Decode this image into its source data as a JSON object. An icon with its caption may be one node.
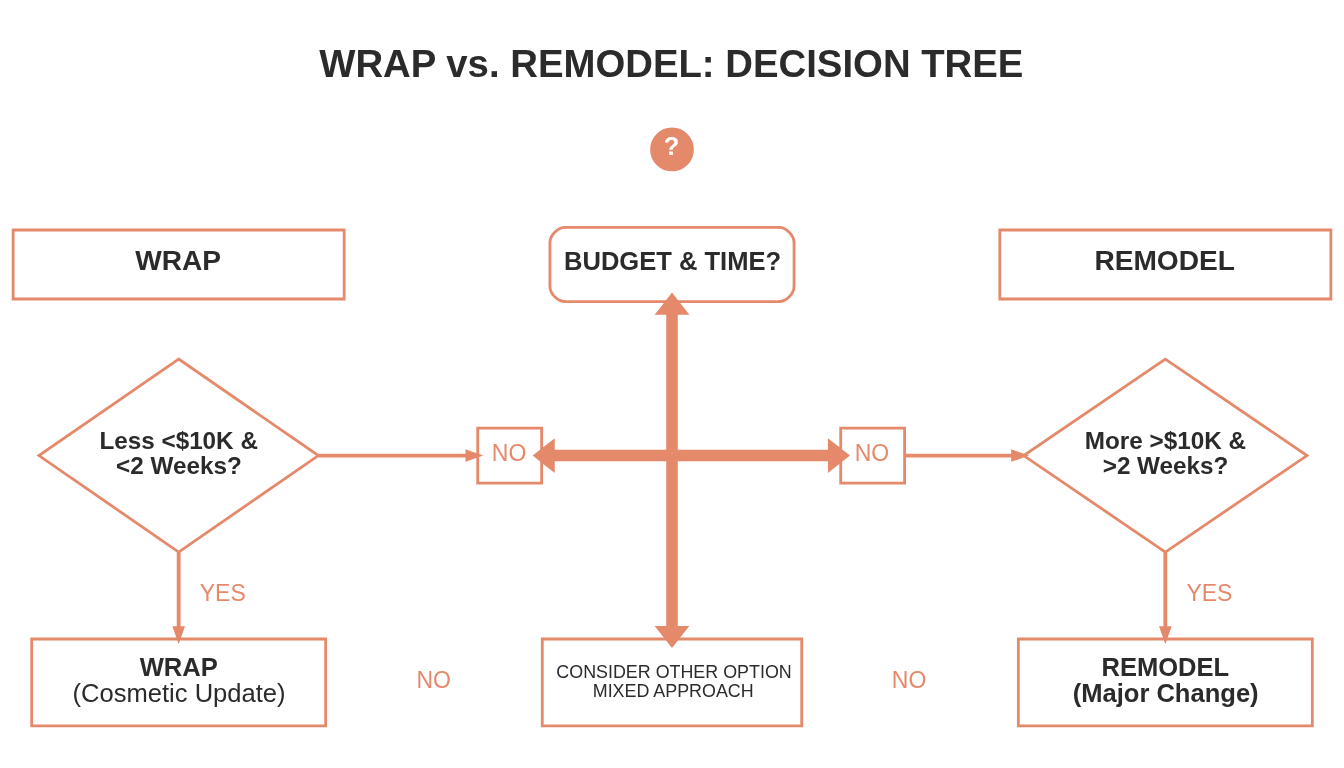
{
  "diagram": {
    "title": "WRAP vs. REMODEL: DECISION TREE",
    "nodes": [
      {
        "text": [
          "WRAP"
        ]
      },
      {
        "text": [
          "?"
        ]
      },
      {
        "text": [
          "BUDGET & TIME?"
        ]
      },
      {
        "text": [
          "REMODEL"
        ]
      },
      {
        "text": [
          "Less <$10K & <2 Weeks?"
        ]
      },
      {
        "text": [
          "NO"
        ]
      },
      {
        "text": [
          "NO"
        ]
      },
      {
        "text": [
          "More >$10K & >2 Weeks?"
        ]
      },
      {
        "text": [
          "WRAP",
          "(Cosmetic Update)"
        ]
      },
      {
        "text": [
          "CONSIDER OTHER OPTION",
          "MIXED APPROACH"
        ]
      },
      {
        "text": [
          "REMODEL",
          "(Major Change)"
        ]
      }
    ],
    "edges": [
      {
        "from": 2,
        "to": 9,
        "arrow": "both",
        "style": "thick"
      },
      {
        "from": 5,
        "to": 6,
        "arrow": "both",
        "style": "thick"
      },
      {
        "from": 4,
        "to": 5,
        "arrow": "to"
      },
      {
        "from": 6,
        "to": 7,
        "arrow": "to"
      },
      {
        "from": 4,
        "to": 8,
        "arrow": "to",
        "label": "YES"
      },
      {
        "from": 7,
        "to": 10,
        "arrow": "to",
        "label": "YES"
      }
    ],
    "labels": [
      "NO",
      "NO"
    ]
  }
}
